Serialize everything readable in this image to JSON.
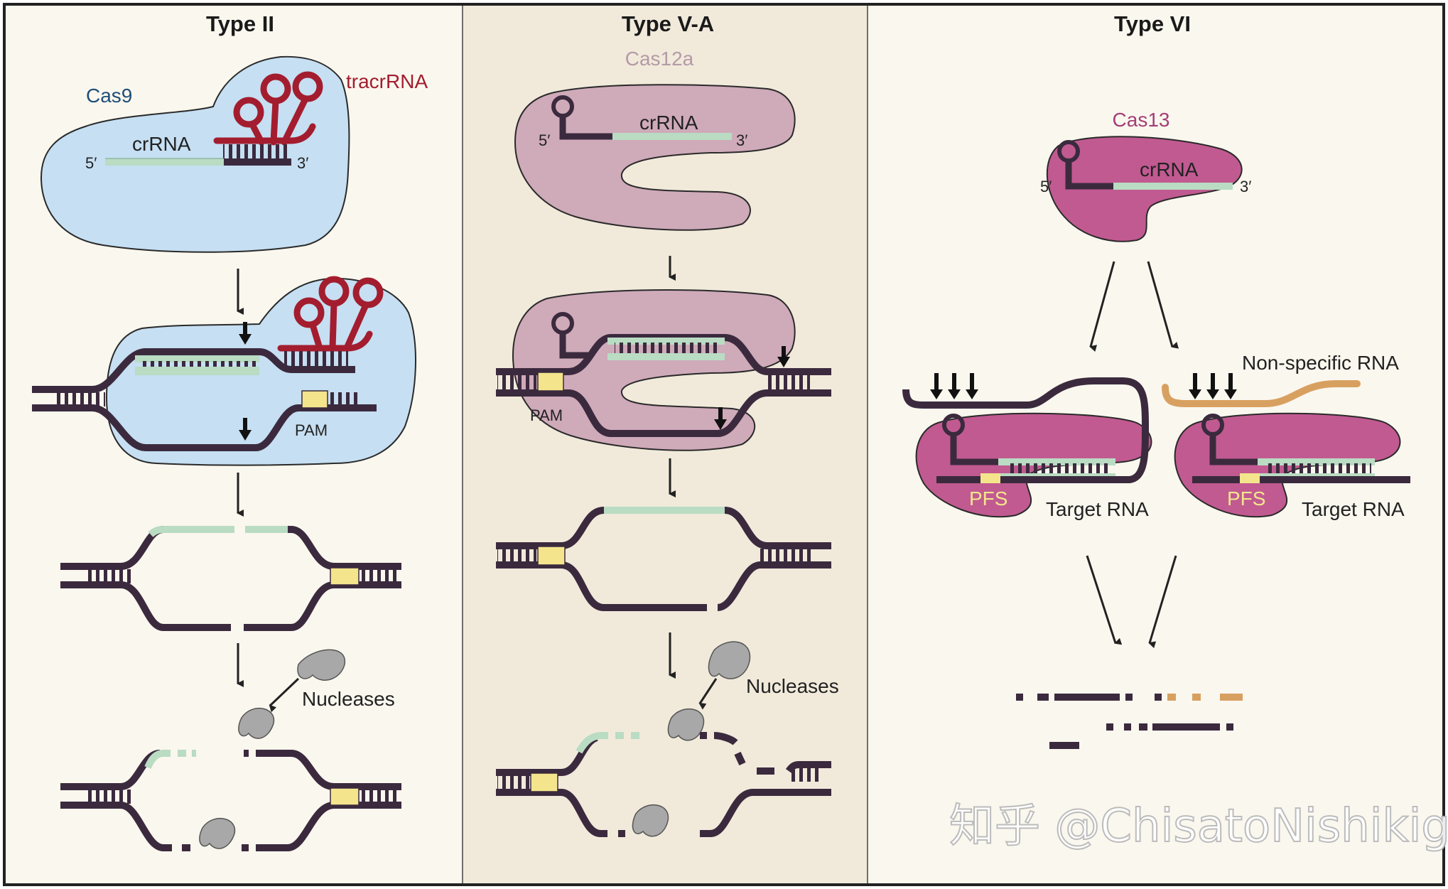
{
  "panels": {
    "type2": {
      "title": "Type II",
      "protein": "Cas9",
      "tracr": "tracrRNA",
      "crrna": "crRNA",
      "five": "5′",
      "three": "3′",
      "pam": "PAM",
      "nucleases": "Nucleases"
    },
    "type5a": {
      "title": "Type V-A",
      "protein": "Cas12a",
      "crrna": "crRNA",
      "five": "5′",
      "three": "3′",
      "pam": "PAM",
      "nucleases": "Nucleases"
    },
    "type6": {
      "title": "Type VI",
      "protein": "Cas13",
      "crrna": "crRNA",
      "five": "5′",
      "three": "3′",
      "nonspecific": "Non-specific RNA",
      "pfs_left": "PFS",
      "pfs_right": "PFS",
      "target_left": "Target RNA",
      "target_right": "Target RNA"
    }
  },
  "watermark": "知乎 @ChisatoNishikigi",
  "colors": {
    "cas9_blue": "#c6dff2",
    "cas12a_mauve": "#cfaab9",
    "cas13_magenta": "#c15a91",
    "tracr_red": "#a31d2f",
    "crrna_green": "#b9dcc3",
    "dna_dark": "#3b2a3e",
    "pam_yellow": "#f4e58c",
    "nuclease_gray": "#a8a8a8",
    "nonspecific_orange": "#d8a060"
  }
}
